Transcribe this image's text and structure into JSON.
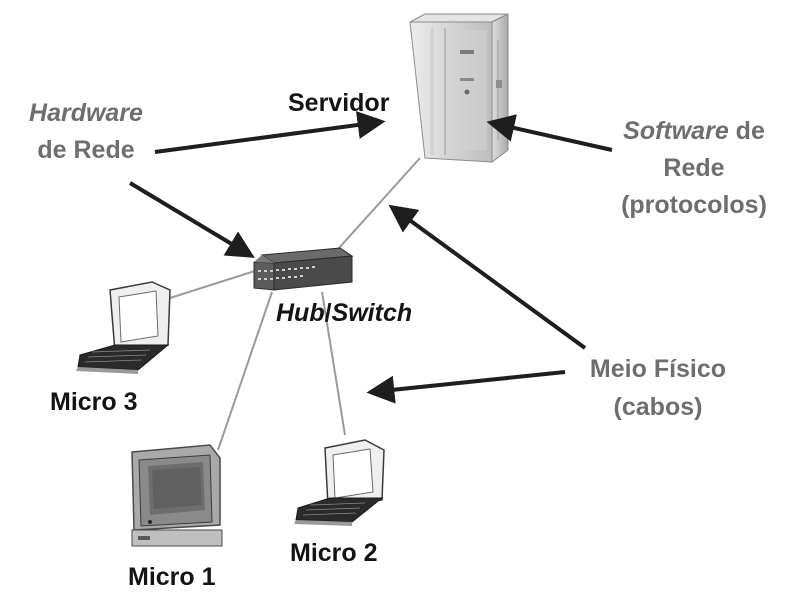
{
  "labels": {
    "hardware_line1": "Hardware",
    "hardware_line2": "de Rede",
    "servidor": "Servidor",
    "software_word": "Software",
    "software_de": " de",
    "software_line2": "Rede",
    "software_line3": "(protocolos)",
    "hub_part1": "Hub",
    "hub_sep": "/",
    "hub_part2": "Switch",
    "meio_line1": "Meio Físico",
    "meio_line2": "(cabos)",
    "micro1": "Micro 1",
    "micro2": "Micro 2",
    "micro3": "Micro 3"
  },
  "colors": {
    "dark_text": "#141414",
    "gray_text": "#6e6e6e",
    "arrow": "#1e1e1e",
    "cable": "#9a9a9a"
  },
  "icons": {
    "server": "server-tower-icon",
    "hub": "network-hub-icon",
    "micro1": "desktop-computer-icon",
    "micro2": "laptop-icon",
    "micro3": "laptop-icon"
  }
}
